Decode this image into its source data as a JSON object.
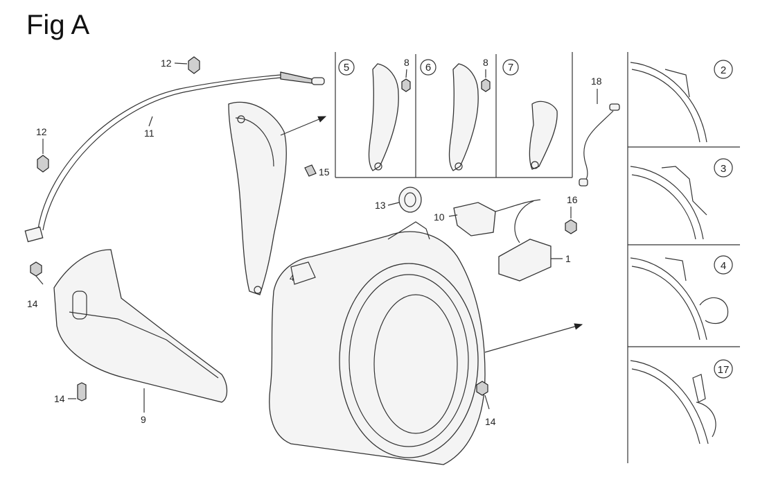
{
  "title": "Fig A",
  "labels": {
    "l1": "1",
    "l8a": "8",
    "l8b": "8",
    "l9": "9",
    "l10": "10",
    "l11": "11",
    "l12a": "12",
    "l12b": "12",
    "l13": "13",
    "l14a": "14",
    "l14b": "14",
    "l14c": "14",
    "l15": "15",
    "l16": "16",
    "l18": "18"
  },
  "callouts": {
    "c5": "5",
    "c6": "6",
    "c7": "7",
    "c2": "2",
    "c3": "3",
    "c4": "4",
    "c17": "17"
  }
}
